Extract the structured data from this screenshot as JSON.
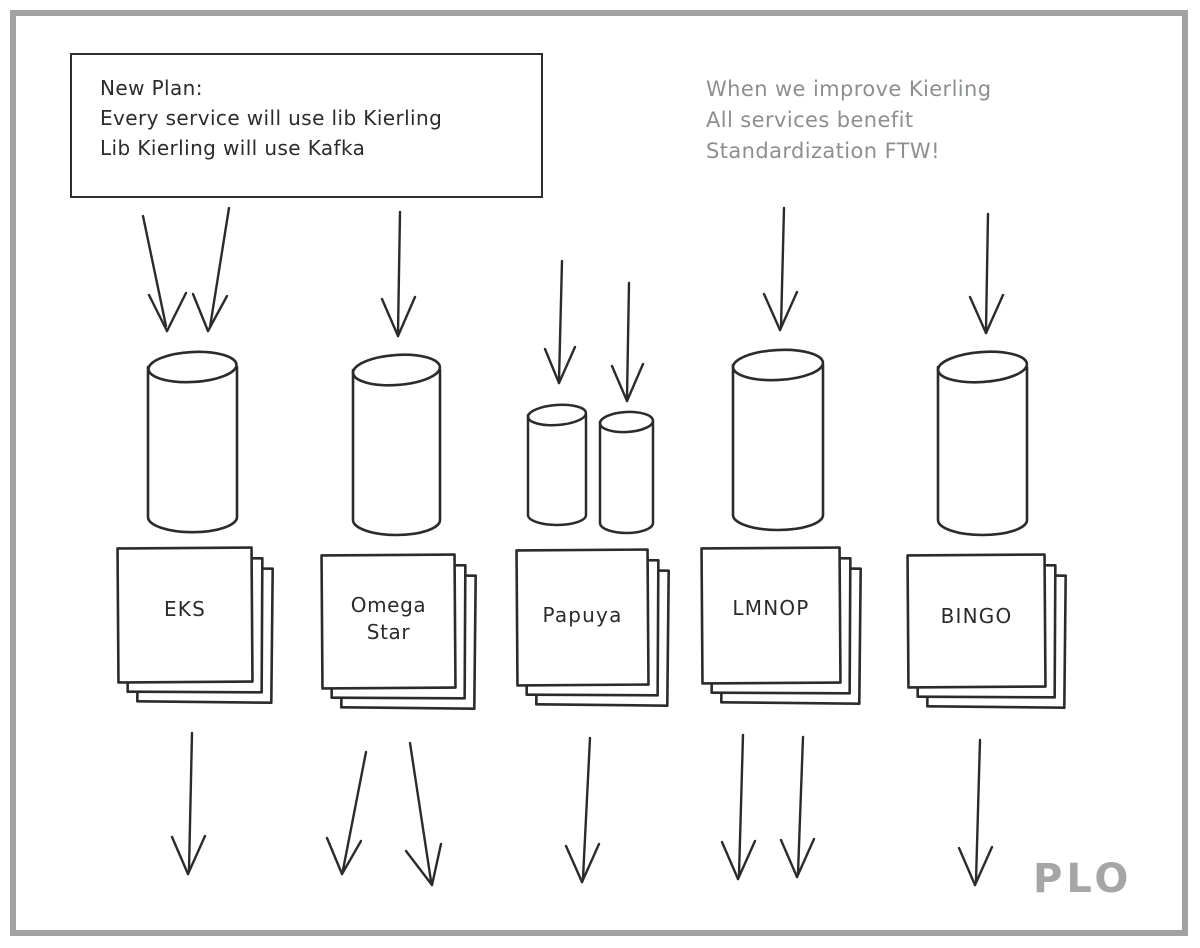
{
  "canvas": {
    "background_color": "#ffffff",
    "frame_color": "#a2a2a2",
    "ink_color": "#2b2b2b",
    "muted_text_color": "#8c8f91"
  },
  "plan_note": {
    "lines": {
      "0": "New Plan:",
      "1": "Every service will use lib Kierling",
      "2": "Lib Kierling will use Kafka"
    }
  },
  "benefit_note": {
    "lines": {
      "0": "When we improve Kierling",
      "1": "All services benefit",
      "2": "Standardization FTW!"
    }
  },
  "signature": "PLO",
  "columns": [
    {
      "label": "EKS",
      "inbound_arrows": 2,
      "outbound_arrows": 1,
      "databases": [
        "large"
      ]
    },
    {
      "label": "Omega Star",
      "inbound_arrows": 1,
      "outbound_arrows": 2,
      "databases": [
        "large"
      ]
    },
    {
      "label": "Papuya",
      "inbound_arrows": 2,
      "outbound_arrows": 1,
      "databases": [
        "small",
        "small"
      ]
    },
    {
      "label": "LMNOP",
      "inbound_arrows": 1,
      "outbound_arrows": 2,
      "databases": [
        "large"
      ]
    },
    {
      "label": "BINGO",
      "inbound_arrows": 1,
      "outbound_arrows": 1,
      "databases": [
        "large"
      ]
    }
  ],
  "icons": {
    "database": "cylinder-icon",
    "service": "stacked-pages-icon",
    "flow": "down-arrow-icon"
  }
}
